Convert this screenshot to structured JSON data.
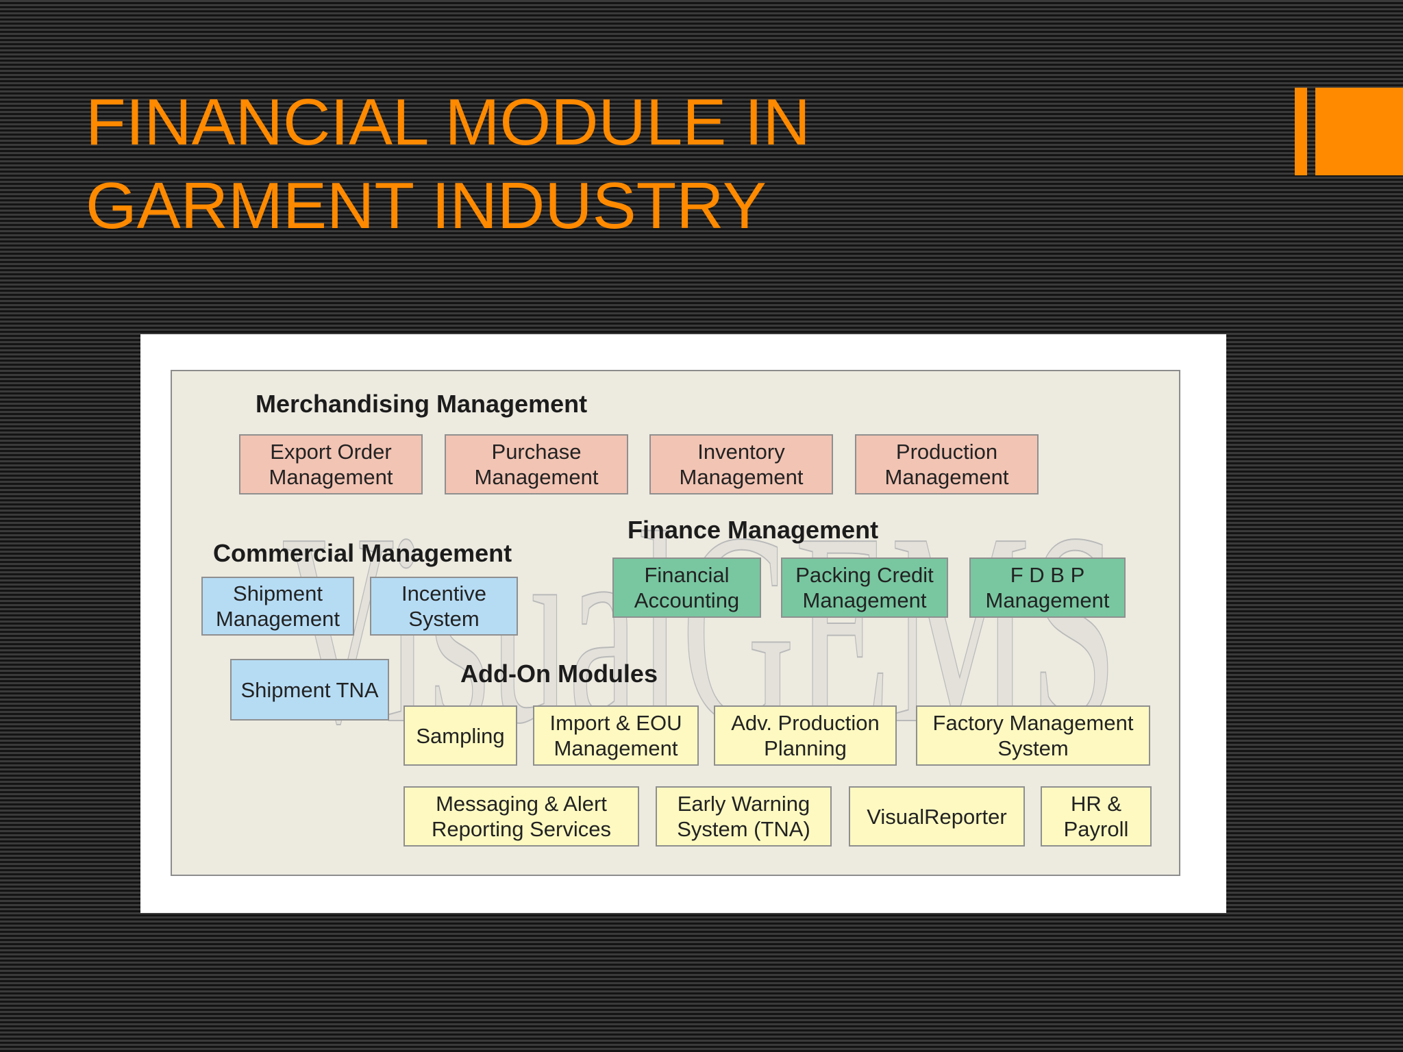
{
  "slide": {
    "title_line_1": "FINANCIAL MODULE IN",
    "title_line_2": "GARMENT INDUSTRY",
    "accent_color": "#ff8a00"
  },
  "diagram": {
    "watermark_text": "VisualGEMS",
    "merchandising": {
      "title": "Merchandising Management",
      "color": "#f2c4b4",
      "modules": [
        "Export Order Management",
        "Purchase Management",
        "Inventory Management",
        "Production Management"
      ]
    },
    "finance": {
      "title": "Finance Management",
      "color": "#78c7a1",
      "modules": [
        "Financial Accounting",
        "Packing Credit Management",
        "F D B P Management"
      ]
    },
    "commercial": {
      "title": "Commercial Management",
      "color": "#b6dcf4",
      "modules": [
        "Shipment Management",
        "Incentive System",
        "Shipment TNA"
      ]
    },
    "addon": {
      "title": "Add-On Modules",
      "color": "#fdf9c1",
      "modules": [
        "Sampling",
        "Import & EOU Management",
        "Adv. Production Planning",
        "Factory Management System",
        "Messaging & Alert Reporting Services",
        "Early Warning System (TNA)",
        "VisualReporter",
        "HR & Payroll"
      ]
    }
  }
}
